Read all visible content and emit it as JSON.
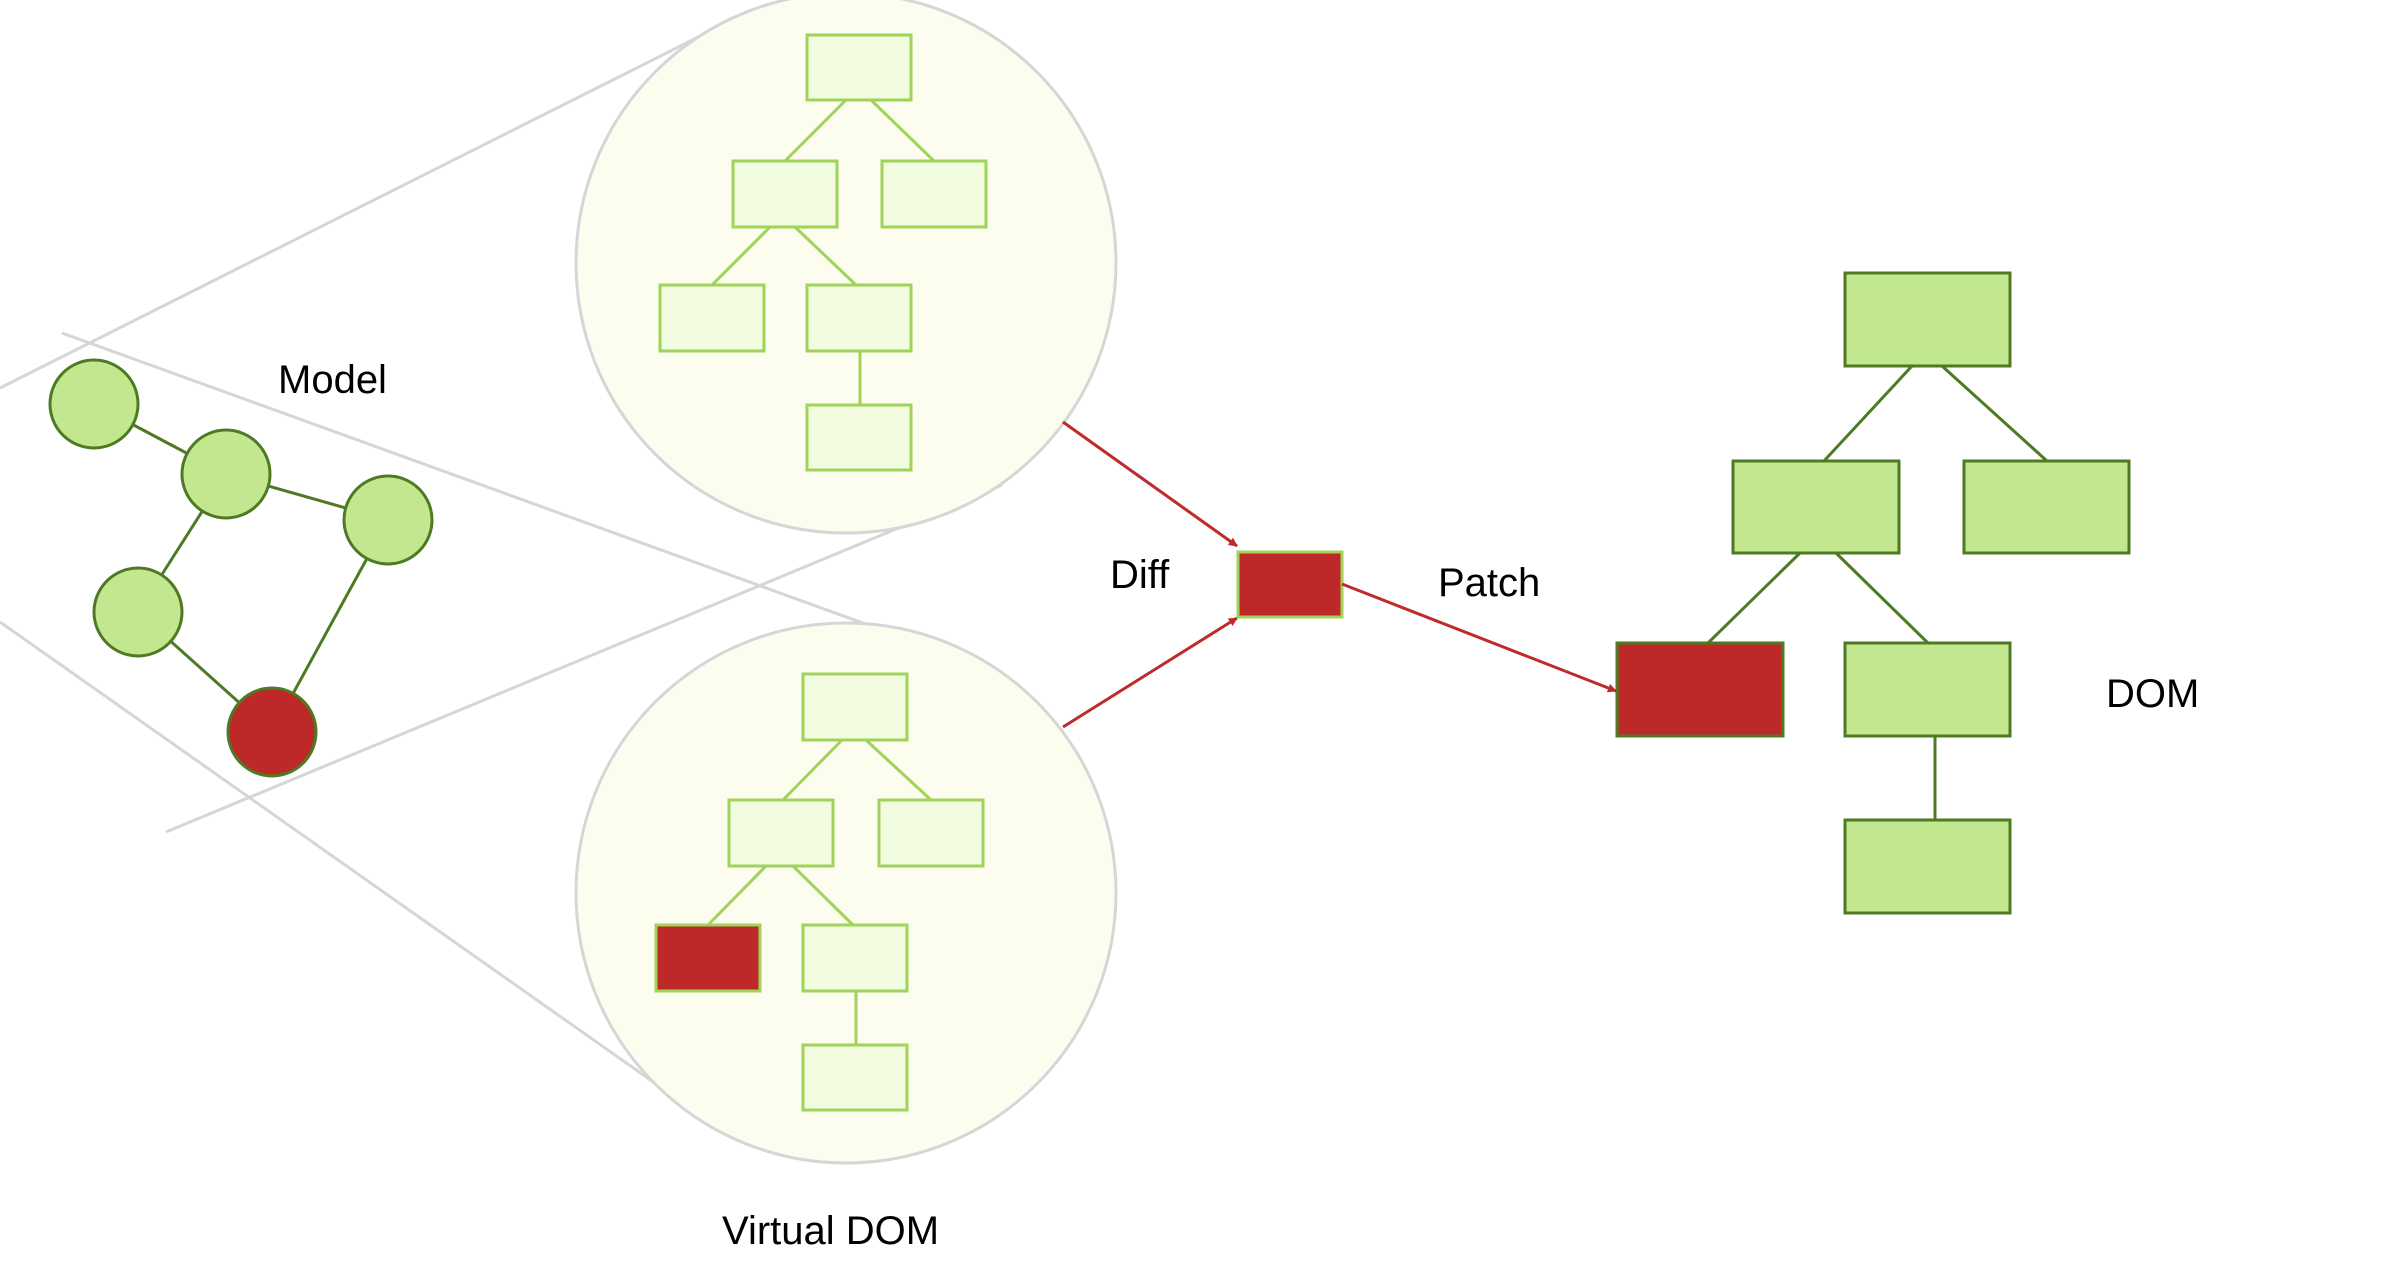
{
  "labels": {
    "model": "Model",
    "virtual_dom": "Virtual DOM",
    "diff": "Diff",
    "patch": "Patch",
    "dom": "DOM"
  },
  "colors": {
    "node_fill": "#c3e78f",
    "node_stroke": "#4e7a23",
    "changed_fill": "#bd2828",
    "vdom_bubble_fill": "#fdfdef",
    "vdom_bubble_stroke": "#d6d6d6",
    "vdom_node_fill": "#f1fbdf",
    "vdom_node_stroke": "#9fd35a",
    "vdom_edge": "#9fd35a",
    "arrow": "#bf2a2a",
    "projection_line": "#d6d6d6"
  }
}
